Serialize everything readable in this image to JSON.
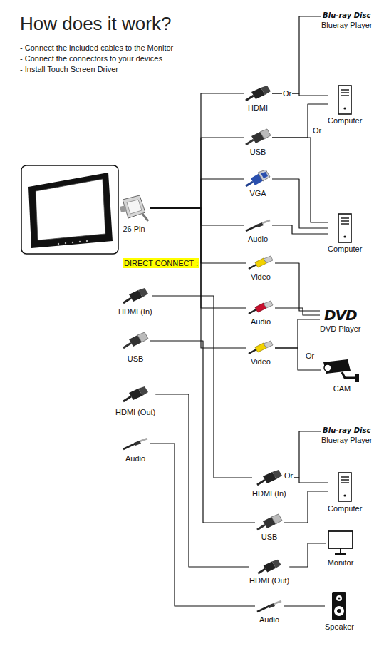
{
  "diagram": {
    "title": "How does it work?",
    "nodes": [
      {
        "text": [
          "26 Pin"
        ]
      },
      {
        "text": [
          "HDMI"
        ]
      },
      {
        "text": [
          "USB"
        ]
      },
      {
        "text": [
          "VGA"
        ]
      },
      {
        "text": [
          "Audio"
        ]
      },
      {
        "text": [
          "Video"
        ]
      },
      {
        "text": [
          "Audio"
        ]
      },
      {
        "text": [
          "Video"
        ]
      },
      {
        "text": [
          "Blu-ray Disc",
          "Blueray Player"
        ]
      },
      {
        "text": [
          "Computer"
        ]
      },
      {
        "text": [
          "Computer"
        ]
      },
      {
        "text": [
          "DVD",
          "DVD Player"
        ]
      },
      {
        "text": [
          "CAM"
        ]
      },
      {
        "text": [
          "HDMI (In)"
        ]
      },
      {
        "text": [
          "USB"
        ]
      },
      {
        "text": [
          "HDMI (Out)"
        ]
      },
      {
        "text": [
          "Audio"
        ]
      },
      {
        "text": [
          "HDMI (In)"
        ]
      },
      {
        "text": [
          "USB"
        ]
      },
      {
        "text": [
          "HDMI (Out)"
        ]
      },
      {
        "text": [
          "Audio"
        ]
      },
      {
        "text": [
          "Blu-ray Disc",
          "Blueray Player"
        ]
      },
      {
        "text": [
          "Computer"
        ]
      },
      {
        "text": [
          "Monitor"
        ]
      },
      {
        "text": [
          "Speaker"
        ]
      }
    ],
    "edges": [
      {
        "from": 0,
        "to": 1,
        "arrow": "none"
      },
      {
        "from": 0,
        "to": 2,
        "arrow": "none"
      },
      {
        "from": 0,
        "to": 3,
        "arrow": "none"
      },
      {
        "from": 0,
        "to": 4,
        "arrow": "none"
      },
      {
        "from": 0,
        "to": 5,
        "arrow": "none"
      },
      {
        "from": 0,
        "to": 6,
        "arrow": "none"
      },
      {
        "from": 0,
        "to": 7,
        "arrow": "none"
      },
      {
        "from": 1,
        "to": 8,
        "arrow": "none"
      },
      {
        "from": 1,
        "to": 9,
        "arrow": "none"
      },
      {
        "from": 2,
        "to": 9,
        "arrow": "none"
      },
      {
        "from": 2,
        "to": 10,
        "arrow": "none"
      },
      {
        "from": 3,
        "to": 10,
        "arrow": "none"
      },
      {
        "from": 4,
        "to": 10,
        "arrow": "none"
      },
      {
        "from": 5,
        "to": 11,
        "arrow": "none"
      },
      {
        "from": 6,
        "to": 11,
        "arrow": "none"
      },
      {
        "from": 7,
        "to": 11,
        "arrow": "none"
      },
      {
        "from": 7,
        "to": 12,
        "arrow": "none"
      },
      {
        "from": 13,
        "to": 17,
        "arrow": "none"
      },
      {
        "from": 14,
        "to": 18,
        "arrow": "none"
      },
      {
        "from": 15,
        "to": 19,
        "arrow": "none"
      },
      {
        "from": 16,
        "to": 20,
        "arrow": "none"
      },
      {
        "from": 17,
        "to": 21,
        "arrow": "none"
      },
      {
        "from": 17,
        "to": 22,
        "arrow": "none"
      },
      {
        "from": 18,
        "to": 22,
        "arrow": "none"
      },
      {
        "from": 19,
        "to": 23,
        "arrow": "none"
      },
      {
        "from": 20,
        "to": 24,
        "arrow": "none"
      }
    ],
    "labels": [
      "- Connect the included cables to the Monitor",
      "- Connect the connectors to your devices",
      "- Install Touch Screen Driver",
      "Or",
      "Or",
      "Or",
      "Or",
      "DIRECT CONNECT :"
    ]
  }
}
